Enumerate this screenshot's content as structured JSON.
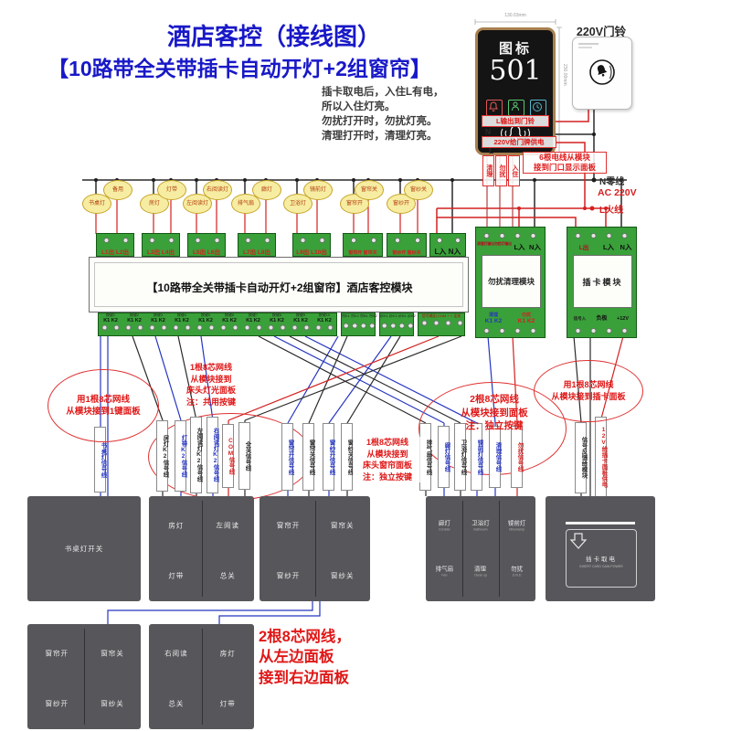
{
  "title": {
    "line1": "酒店客控（接线图）",
    "line2": "【10路带全关带插卡自动开灯+2组窗帘】"
  },
  "intro": [
    "插卡取电后，入住L有电，",
    "所以入住灯亮。",
    "勿扰打开时，勿扰灯亮。",
    "清理打开时，清理灯亮。"
  ],
  "doorplate": {
    "brand": "图标",
    "room": "501",
    "dim_width": "130.03mm",
    "dim_height": "230.00mm"
  },
  "doorbell": {
    "label": "220V门铃"
  },
  "mains": {
    "l_to_bell": "L输出到门铃",
    "n": "N",
    "plate_supply": "220V给门牌供电",
    "l": "L",
    "wire_tags": [
      "清理",
      "勿扰",
      "入住"
    ],
    "six_wire_note": [
      "6根电线从模块",
      "接到门口显示面板"
    ],
    "neutral": "N零线",
    "ac": "AC 220V",
    "live": "L火线"
  },
  "loads": [
    "书桌灯",
    "备用",
    "房灯",
    "灯带",
    "左阅读灯",
    "右阅读灯",
    "排气扇",
    "廊灯",
    "卫浴灯",
    "镜前灯",
    "窗帘开",
    "窗帘关",
    "窗纱开",
    "窗纱关"
  ],
  "main_module": {
    "title": "【10路带全关带插卡自动开灯+2组窗帘】酒店客控模块",
    "out_terminals": [
      "L1出 L2出",
      "L3出 L4出",
      "L5出 L6出",
      "L7出 L8出",
      "L9出 L10出",
      "窗帘开 窗帘关",
      "窗纱开 窗纱关",
      "L入 N入"
    ],
    "key_groups": [
      "按键1",
      "按键2",
      "按键3",
      "按键4",
      "按键5",
      "按键6",
      "按键7",
      "按键8",
      "按键9",
      "按键10"
    ],
    "key_pins": "K1 K2",
    "curtain_pins": "帘K1 帘K2 帘B1 帘B2",
    "sheer_pins": "纱K1 纱K2 纱B1 纱B2",
    "signal_pins": "信号输出 COM + + 全关"
  },
  "dnd_module": {
    "title": "勿扰清理模块",
    "top_terminals": [
      "清理灯输出",
      "勿扰灯输出",
      "L入",
      "N入"
    ],
    "bottom_left": "清理",
    "bottom_right": "勿扰",
    "bottom_pins": "K1 K2",
    "bottom_pins2": "K1 K2"
  },
  "card_module": {
    "title": "插卡模块",
    "top_terminals": [
      "L出",
      "L入",
      "N入"
    ],
    "bottom_terminals": [
      "信号入",
      "负极",
      "+12V"
    ]
  },
  "notes": {
    "n1": [
      "用1根8芯网线",
      "从模块接到1键面板"
    ],
    "n2": [
      "1根8芯网线",
      "从模块接到",
      "床头灯光面板",
      "注：共用按键"
    ],
    "n3": [
      "1根8芯网线",
      "从模块接到",
      "床头窗帘面板",
      "注：独立按键"
    ],
    "n4": [
      "2根8芯网线",
      "从模块接到面板",
      "注：独立按键"
    ],
    "n5": [
      "用1根8芯网线",
      "从模块接到插卡面板"
    ],
    "n6": [
      "2根8芯网线，",
      "从左边面板",
      "接到右边面板"
    ]
  },
  "signal_labels": {
    "desk": "书桌灯信号线",
    "g2": [
      "房灯K2信号线",
      "灯带K2信号线",
      "左阅读灯K2信号线",
      "右阅读灯K2信号线",
      "COM信号线",
      "全关信号线"
    ],
    "g3": [
      "窗帘开信号线",
      "窗帘关信号线",
      "窗纱开信号线",
      "窗纱关信号线"
    ],
    "g4": [
      "排气扇信号线",
      "廊灯信号线",
      "卫浴灯信号线",
      "镜前灯信号线",
      "清理信号线",
      "勿扰信号线"
    ],
    "g5": [
      "信号反馈给模块",
      "12V给插卡面板供电"
    ]
  },
  "panels": {
    "desk": "书桌灯开关",
    "p2": [
      "房灯",
      "左阅读",
      "灯带",
      "总关"
    ],
    "p3": [
      "窗帘开",
      "窗帘关",
      "窗纱开",
      "窗纱关"
    ],
    "p6": [
      {
        "cn": "廊灯",
        "en": "Corridor"
      },
      {
        "cn": "卫浴灯",
        "en": "Bathroom"
      },
      {
        "cn": "镜前灯",
        "en": "Mirrorlamp"
      },
      {
        "cn": "排气扇",
        "en": "Fan"
      },
      {
        "cn": "清理",
        "en": "Clean up"
      },
      {
        "cn": "勿扰",
        "en": "D.N.D"
      }
    ],
    "card": {
      "cn": "插卡取电",
      "en": "INSERT CARD GAIN POWER"
    },
    "p4": [
      "窗帘开",
      "窗帘关",
      "窗纱开",
      "窗纱关"
    ],
    "p5": [
      "右阅读",
      "房灯",
      "总关",
      "灯带"
    ]
  },
  "colors": {
    "title": "#1818c8",
    "red": "#d42020",
    "blue": "#2535c0",
    "green": "#3aa03a",
    "panel": "#57575b"
  }
}
